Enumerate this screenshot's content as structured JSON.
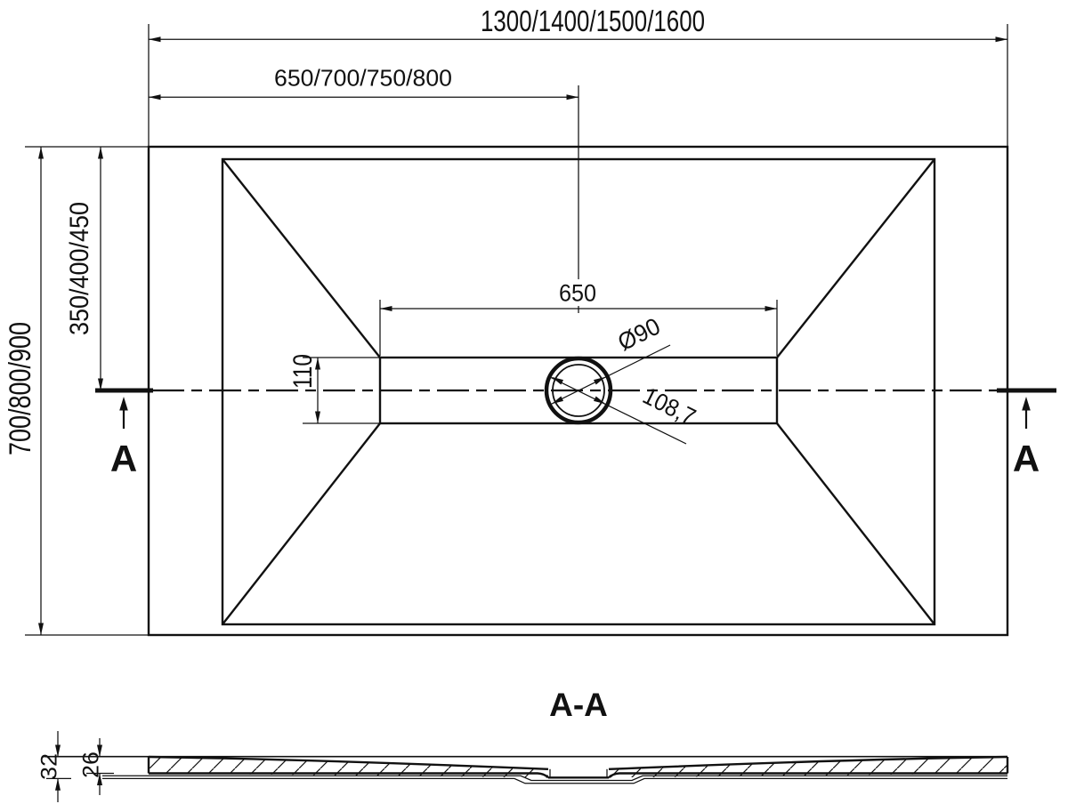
{
  "colors": {
    "ink": "#111111",
    "background": "#ffffff"
  },
  "drawing": {
    "plan": {
      "overall_width": "1300/1400/1500/1600",
      "half_width": "650/700/750/800",
      "overall_depth": "700/800/900",
      "half_depth": "350/400/450",
      "channel_length": "650",
      "channel_width": "110",
      "drain_diameter": "Ø90",
      "drain_diagonal": "108,7",
      "section_marker_left": "A",
      "section_marker_right": "A"
    },
    "section": {
      "title": "A-A",
      "overall_thickness": "32",
      "top_layer_thickness": "26"
    }
  }
}
